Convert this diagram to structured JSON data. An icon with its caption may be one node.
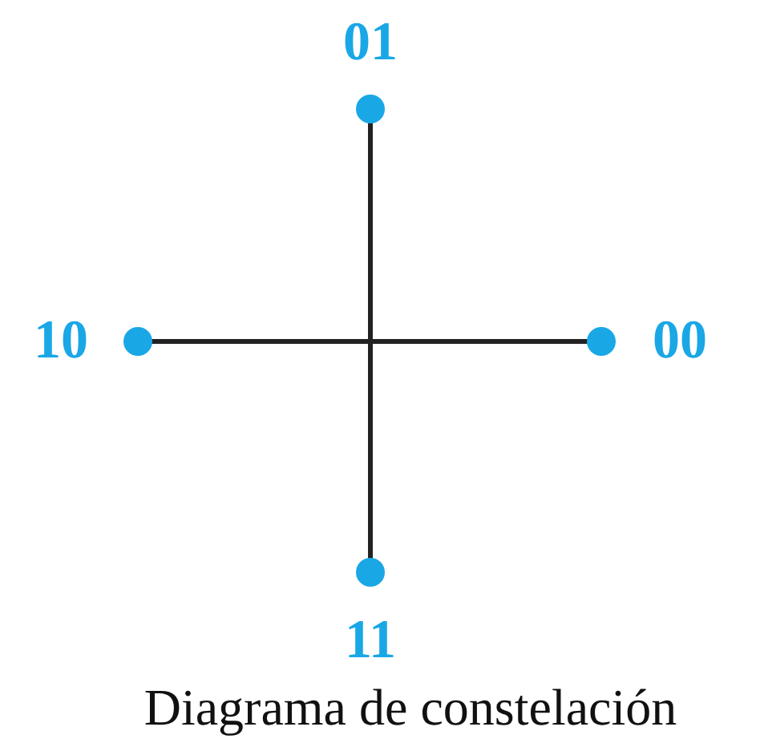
{
  "diagram": {
    "caption": "Diagrama de constelación",
    "labels": [
      "01",
      "10",
      "00",
      "11"
    ]
  }
}
